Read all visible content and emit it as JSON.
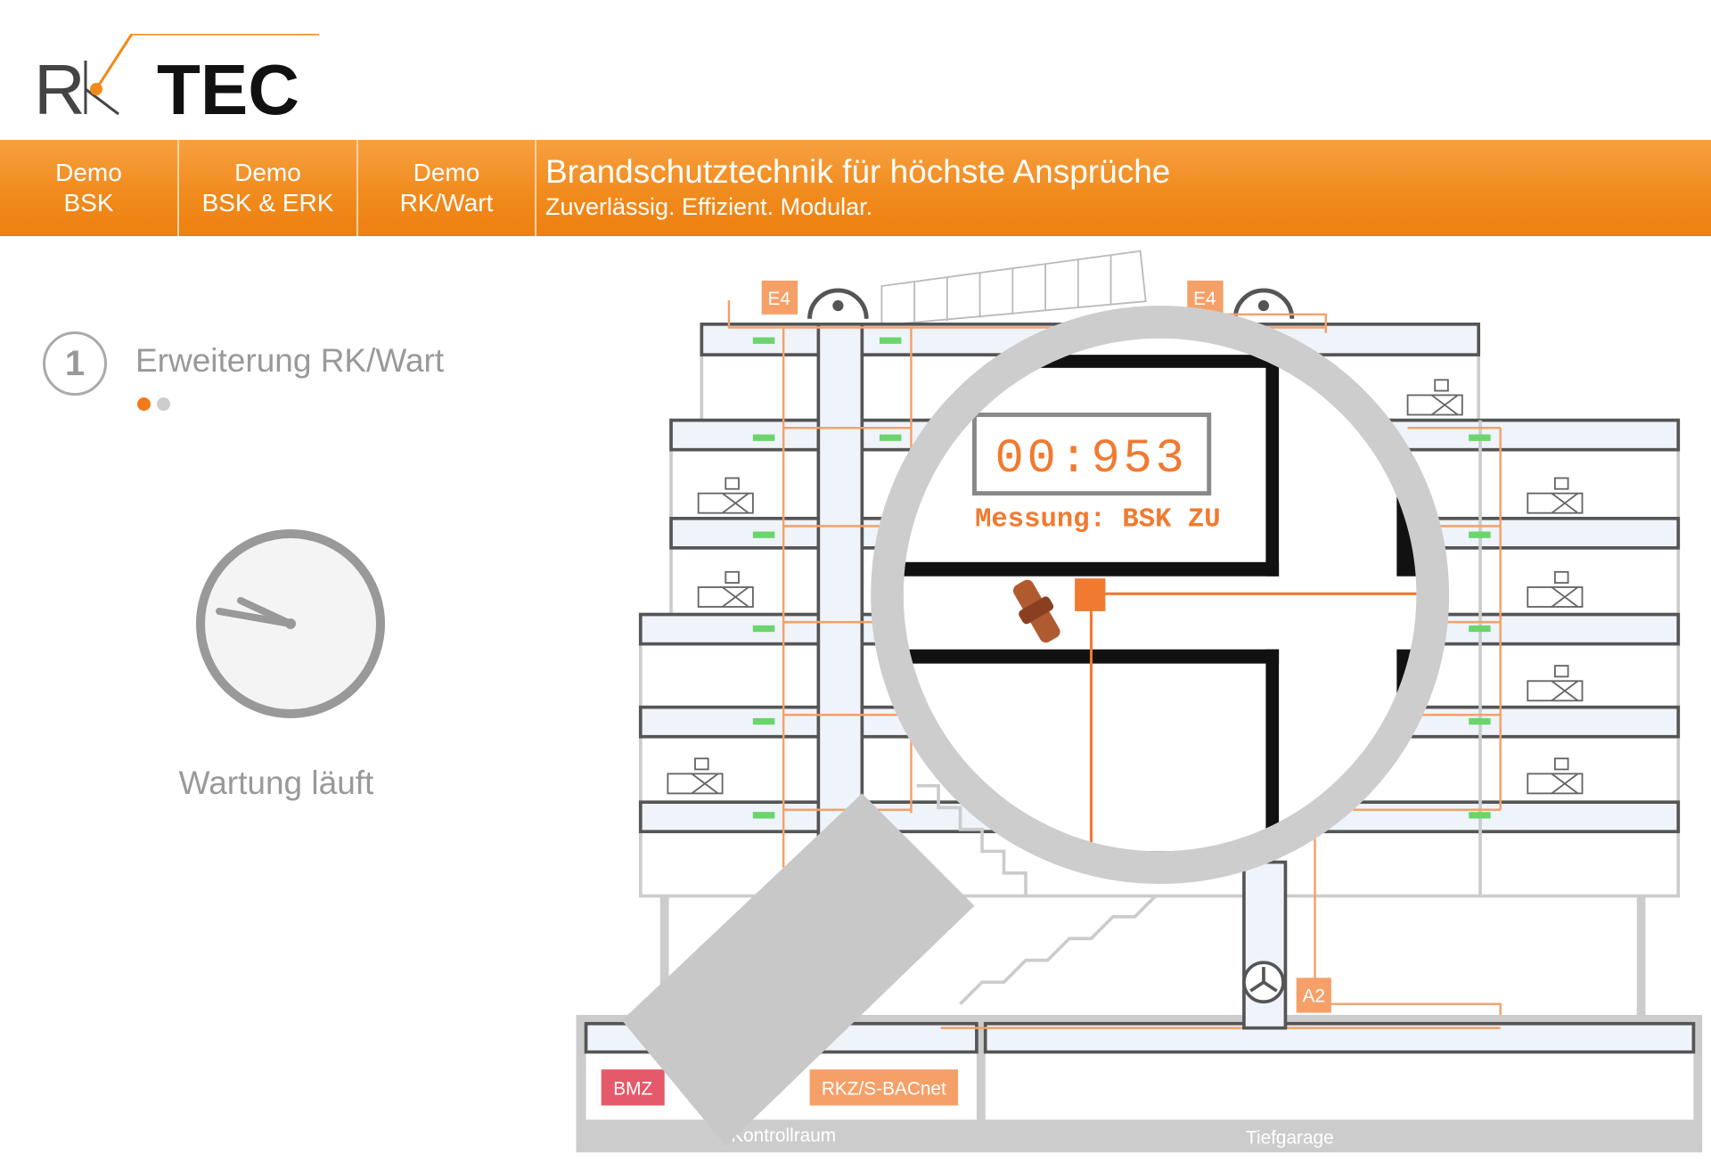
{
  "brand": {
    "logo_text": "RK TEC",
    "accent": "#f08a1c"
  },
  "nav": {
    "items": [
      {
        "line1": "Demo",
        "line2": "BSK"
      },
      {
        "line1": "Demo",
        "line2": "BSK & ERK"
      },
      {
        "line1": "Demo",
        "line2": "RK/Wart"
      }
    ]
  },
  "header": {
    "title": "Brandschutztechnik für höchste Ansprüche",
    "subtitle": "Zuverlässig. Effizient. Modular."
  },
  "step": {
    "number": "1",
    "label": "Erweiterung RK/Wart",
    "pager_total": 2,
    "pager_active": 1
  },
  "status": {
    "icon": "clock-icon",
    "text": "Wartung läuft"
  },
  "diagram": {
    "labels": {
      "e4_left": "E4",
      "e4_right": "E4",
      "a2": "A2",
      "bmz": "BMZ",
      "rkz": "RKZ/S-BACnet",
      "room_control": "Kontrollraum",
      "room_garage": "Tiefgarage"
    },
    "display": {
      "value": "00:953",
      "message": "Messung: BSK ZU"
    },
    "colors": {
      "orange": "#f5a068",
      "bmz": "#e45a6a",
      "line": "#f07a30"
    }
  }
}
